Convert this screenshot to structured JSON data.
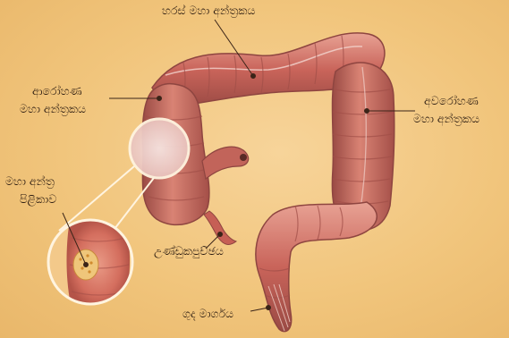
{
  "labels": {
    "transverse_colon": "හරස් මහා අන්ත්‍රකය",
    "ascending_colon_line1": "ආරෝහණ",
    "ascending_colon_line2": "මහා අන්ත්‍රකය",
    "descending_colon_line1": "අවරෝහණ",
    "descending_colon_line2": "මහා අන්ත්‍රකය",
    "polyp_line1": "මහා අන්ත්‍ර",
    "polyp_line2": "පිළිකාව",
    "appendix": "උණ්ඩුකපුච්ඡය",
    "rectum": "ගුද මාර්ගය"
  },
  "colors": {
    "background": "#f2c77f",
    "colon_body": "#c9645a",
    "colon_highlight": "#e29a8c",
    "colon_shadow": "#9a4a44",
    "leader_line": "#3a2418",
    "lens_ring": "#fff4e0"
  }
}
